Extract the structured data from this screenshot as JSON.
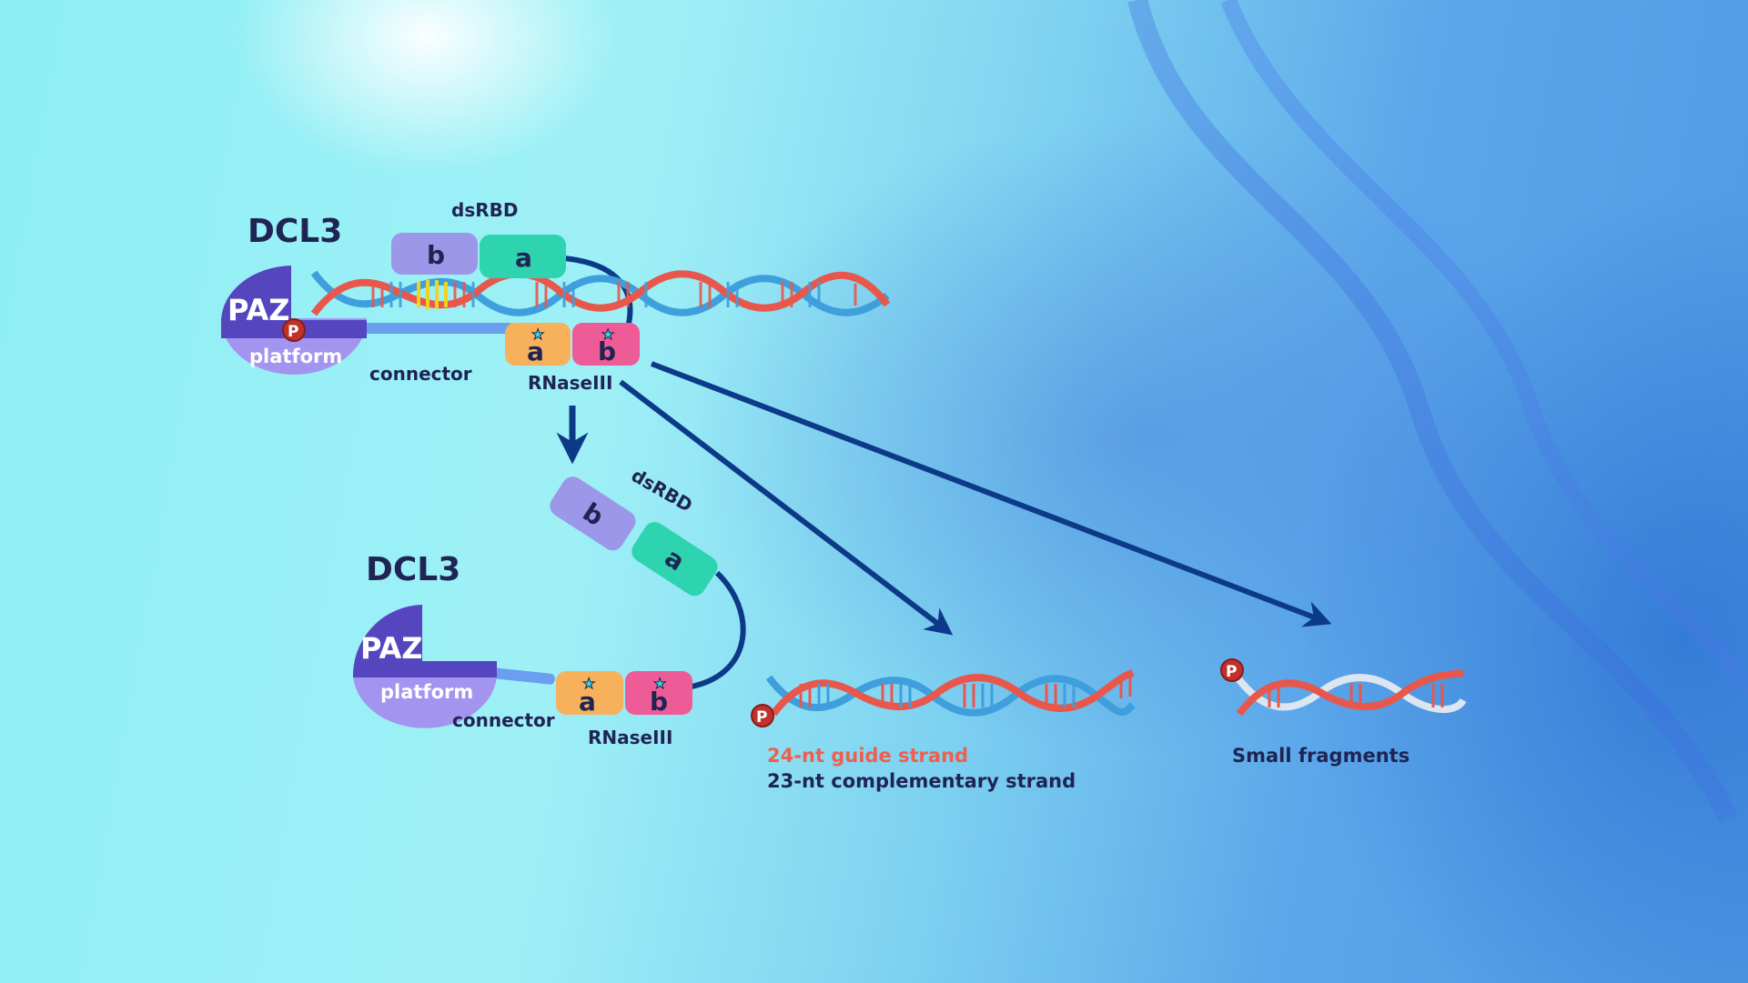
{
  "top_complex": {
    "title": "DCL3",
    "paz": "PAZ",
    "platform": "platform",
    "phosphate": "P",
    "dsrbd_label": "dsRBD",
    "dsrbd_b": "b",
    "dsrbd_a": "a",
    "rnase_a": "a",
    "rnase_b": "b",
    "connector": "connector",
    "rnase_label": "RNaseIII"
  },
  "bottom_complex": {
    "title": "DCL3",
    "paz": "PAZ",
    "platform": "platform",
    "dsrbd_label": "dsRBD",
    "dsrbd_b": "b",
    "dsrbd_a": "a",
    "rnase_a": "a",
    "rnase_b": "b",
    "connector": "connector",
    "rnase_label": "RNaseIII"
  },
  "products": {
    "duplex_phosphate": "P",
    "guide_strand": "24-nt guide strand",
    "complementary_strand": "23-nt complementary strand",
    "fragment_phosphate": "P",
    "small_fragments": "Small fragments"
  },
  "colors": {
    "paz": "#5546c0",
    "platform": "#a394ef",
    "dsrbd_b": "#9c97e8",
    "dsrbd_a": "#2ed3b0",
    "rnase_a": "#f7b15b",
    "rnase_b": "#ee5c98",
    "arrow": "#0d3a88",
    "strand_red": "#e8574c",
    "strand_blue": "#3e9fdc",
    "guide_text": "#ef5f4c",
    "label_text": "#1f2454"
  }
}
